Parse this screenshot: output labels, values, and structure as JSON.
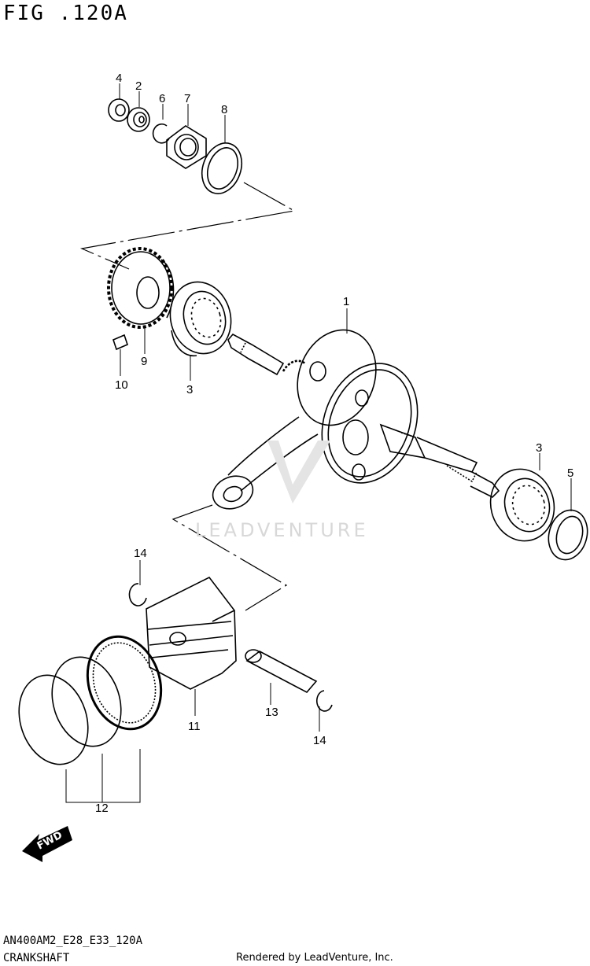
{
  "header": {
    "figure_title": "FIG .120A"
  },
  "footer": {
    "model_code": "AN400AM2_E28_E33_120A",
    "section_name": "CRANKSHAFT",
    "credit": "Rendered by LeadVenture, Inc."
  },
  "watermark": {
    "text": "LEADVENTURE"
  },
  "fwd_label": "FWD",
  "callouts": [
    "1",
    "2",
    "3",
    "3",
    "4",
    "5",
    "6",
    "7",
    "8",
    "9",
    "10",
    "11",
    "12",
    "13",
    "14",
    "14"
  ],
  "colors": {
    "line": "#000000",
    "background": "#ffffff",
    "watermark": "#d8d8d8"
  }
}
